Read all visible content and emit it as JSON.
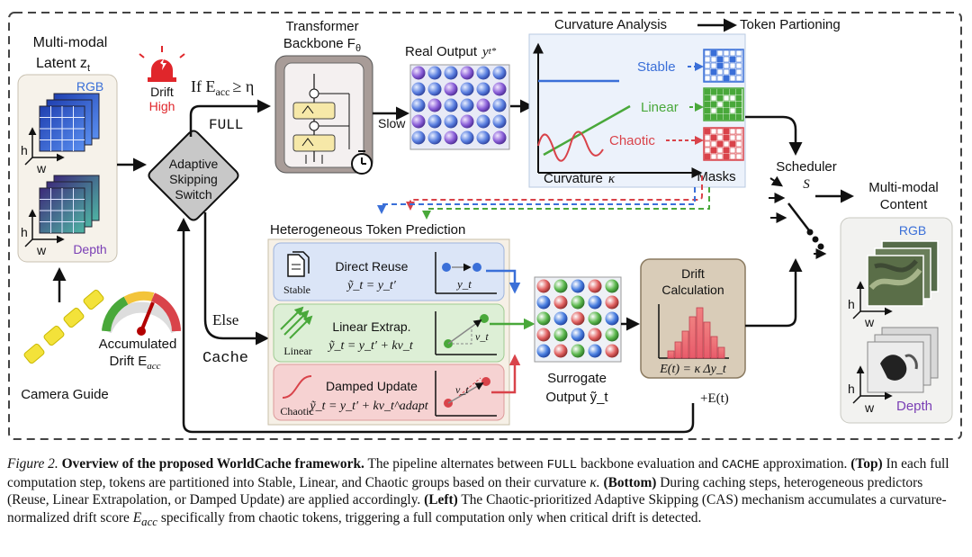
{
  "diagram": {
    "latent_title": "Multi-modal",
    "latent_title2": "Latent z",
    "latent_sub": "t",
    "rgb": "RGB",
    "depth": "Depth",
    "h": "h",
    "w": "w",
    "drift_word": "Drift",
    "high_word": "High",
    "if_cond": "If E",
    "if_sub": "acc",
    "if_rest": "≥ η",
    "full": "FULL",
    "switch_l1": "Adaptive",
    "switch_l2": "Skipping",
    "switch_l3": "Switch",
    "transformer_l1": "Transformer",
    "transformer_l2": "Backbone F",
    "transformer_sub": "θ",
    "slow": "Slow",
    "real_output": "Real Output",
    "real_y": "y",
    "real_y_sub": "t*",
    "curv_title": "Curvature Analysis",
    "token_part": "Token Partioning",
    "stable": "Stable",
    "linear": "Linear",
    "chaotic": "Chaotic",
    "curvature_axis": "Curvature",
    "kappa": "κ",
    "masks": "Masks",
    "scheduler": "Scheduler",
    "scheduler_s": "S",
    "mm_content_l1": "Multi-modal",
    "mm_content_l2": "Content",
    "htp_title": "Heterogeneous Token Prediction",
    "row_stable_title": "Direct Reuse",
    "row_stable_eq": "ỹ_t = y_t′",
    "row_stable_icon": "Stable",
    "row_stable_axis": "y_t",
    "row_linear_title": "Linear Extrap.",
    "row_linear_eq": "ỹ_t = y_t′ + kv_t",
    "row_linear_icon": "Linear",
    "row_chaotic_title": "Damped Update",
    "row_chaotic_eq": "ỹ_t = y_t′ + kv_t^adapt",
    "row_chaotic_icon": "Chaotic",
    "else_word": "Else",
    "cache_word": "Cache",
    "surrogate_l1": "Surrogate",
    "surrogate_l2": "Output ỹ_t",
    "drift_calc_l1": "Drift",
    "drift_calc_l2": "Calculation",
    "drift_eq": "E(t) = κ Δy_t",
    "plus_e": "+E(t)",
    "acc_l1": "Accumulated",
    "acc_l2": "Drift  E",
    "acc_sub": "acc",
    "camera_guide": "Camera Guide",
    "v_t": "v_t",
    "y_t": "y_t"
  },
  "colors": {
    "stable": "#3a6fd8",
    "linear": "#49a83a",
    "chaotic": "#d9434a",
    "alarm": "#e0262b",
    "depth_label": "#7a3fb5"
  },
  "caption": {
    "fig": "Figure 2.",
    "title": "Overview of the proposed WorldCache framework.",
    "s1a": "The pipeline alternates between",
    "full": "FULL",
    "s1b": "backbone evaluation and",
    "cache": "CACHE",
    "s1c": "approximation.",
    "top": "(Top)",
    "s2": "In each full computation step, tokens are partitioned into Stable, Linear, and Chaotic groups based on their curvature",
    "kappa": "κ.",
    "bottom": "(Bottom)",
    "s3": "During caching steps, heterogeneous predictors (Reuse, Linear Extrapolation, or Damped Update) are applied accordingly.",
    "left": "(Left)",
    "s4a": "The Chaotic-prioritized Adaptive Skipping (CAS) mechanism accumulates a curvature-normalized drift score",
    "eacc": "E",
    "eacc_sub": "acc",
    "s4b": "specifically",
    "s5": "from chaotic tokens, triggering a full computation only when critical drift is detected."
  }
}
